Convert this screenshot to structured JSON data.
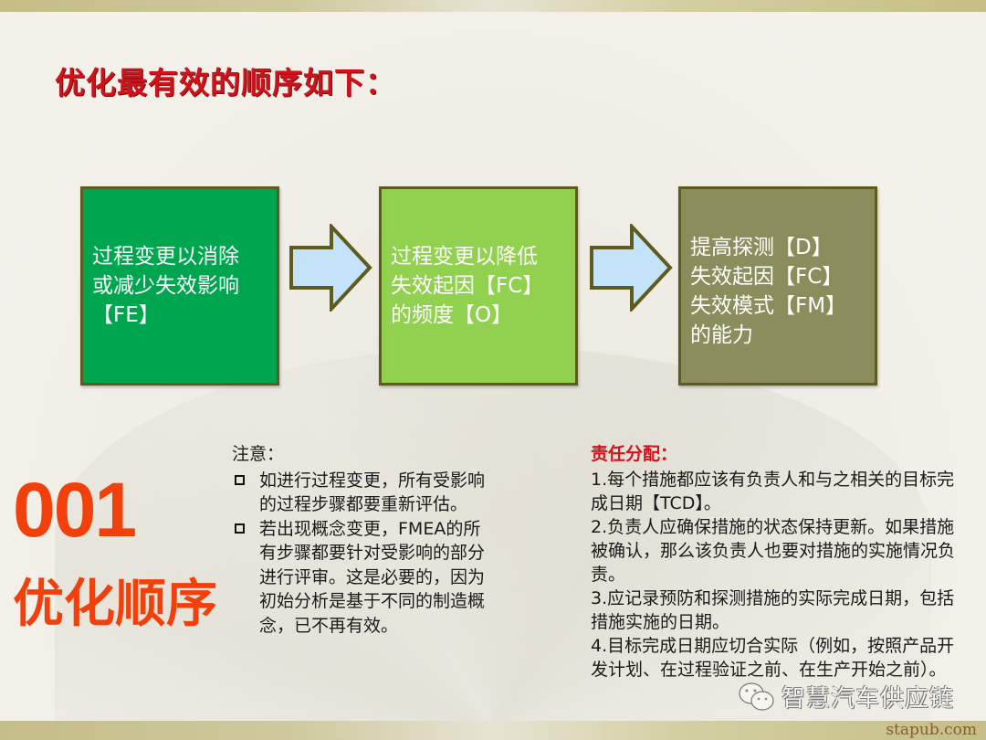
{
  "slide": {
    "title": "优化最有效的顺序如下：",
    "flow": {
      "boxes": [
        {
          "text": "过程变更以消除\n或减少失效影响\n【FE】",
          "color": "#00a64f"
        },
        {
          "text": "过程变更以降低\n失效起因【FC】\n的频度【O】",
          "color": "#92d050"
        },
        {
          "text": "提高探测【D】\n失效起因【FC】\n失效模式【FM】\n的能力",
          "color": "#8b8d5d"
        }
      ],
      "arrow_color": "#c5e3f8",
      "arrow_icon": "right-arrow-icon"
    },
    "section": {
      "number": "001",
      "label": "优化顺序",
      "color": "#f2400d"
    },
    "note": {
      "heading": "注意：",
      "bullet_icon": "square-bullet-icon",
      "bullets": [
        "如进行过程变更，所有受影响的过程步骤都要重新评估。",
        "若出现概念变更，FMEA的所有步骤都要针对受影响的部分进行评审。这是必要的，因为初始分析是基于不同的制造概念，已不再有效。"
      ]
    },
    "responsibility": {
      "heading": "责任分配：",
      "items": [
        "1.每个措施都应该有负责人和与之相关的目标完成日期【TCD】。",
        "2.负责人应确保措施的状态保持更新。如果措施被确认，那么该负责人也要对措施的实施情况负责。",
        "3.应记录预防和探测措施的实际完成日期，包括措施实施的日期。",
        "4.目标完成日期应切合实际（例如，按照产品开发计划、在过程验证之前、在生产开始之前）。"
      ]
    },
    "watermark": {
      "icon": "wechat-icon",
      "text": "智慧汽车供应链"
    },
    "site": "stapub.com"
  }
}
